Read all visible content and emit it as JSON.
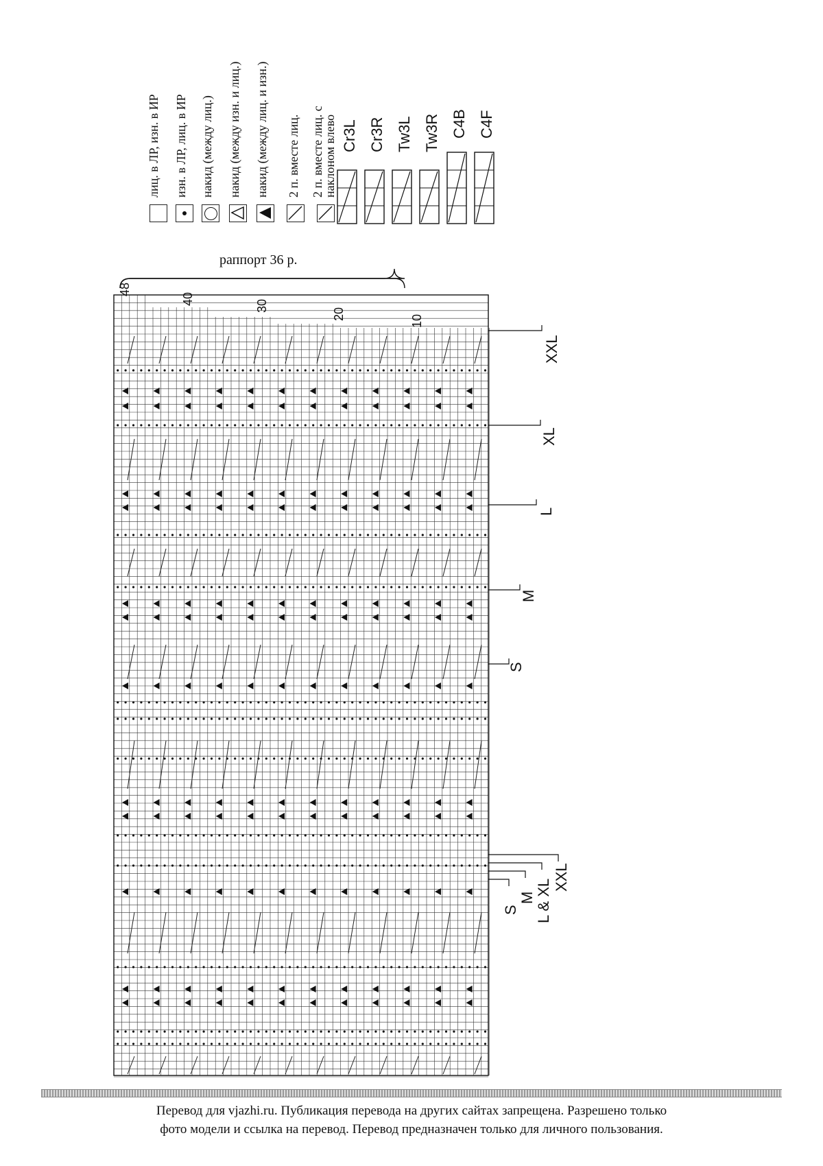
{
  "legend": {
    "items": [
      {
        "symbol": "blank",
        "label": "лиц. в ЛР, изн. в ИР"
      },
      {
        "symbol": "dot",
        "label": "изн. в ЛР, лиц. в ИР"
      },
      {
        "symbol": "circle",
        "label": "накид (между лиц.)"
      },
      {
        "symbol": "triangle-outline",
        "label": "накид (между изн. и лиц.)"
      },
      {
        "symbol": "triangle-filled",
        "label": "накид (между лиц. и изн.)"
      },
      {
        "symbol": "slash-right",
        "label": "2 п. вместе лиц."
      },
      {
        "symbol": "slash-left",
        "label": "2 п. вместе лиц. с наклоном влево"
      }
    ],
    "cables": [
      {
        "symbol": "cr3l",
        "label": "Cr3L"
      },
      {
        "symbol": "cr3r",
        "label": "Cr3R"
      },
      {
        "symbol": "tw3l",
        "label": "Tw3L"
      },
      {
        "symbol": "tw3r",
        "label": "Tw3R"
      },
      {
        "symbol": "c4b",
        "label": "C4B"
      },
      {
        "symbol": "c4f",
        "label": "C4F"
      }
    ]
  },
  "chart": {
    "repeat_label": "раппорт 36 р.",
    "column_numbers": [
      "48",
      "40",
      "30",
      "20",
      "10"
    ],
    "size_markers": [
      "XXL",
      "XL",
      "L",
      "M",
      "S"
    ],
    "bottom_size_markers": [
      "S",
      "M",
      "L & XL",
      "XXL"
    ]
  },
  "footer": {
    "line1": "Перевод для vjazhi.ru. Публикация перевода на других сайтах запрещена. Разрешено только",
    "line2": "фото модели и ссылка на перевод.  Перевод предназначен только для личного пользования."
  }
}
